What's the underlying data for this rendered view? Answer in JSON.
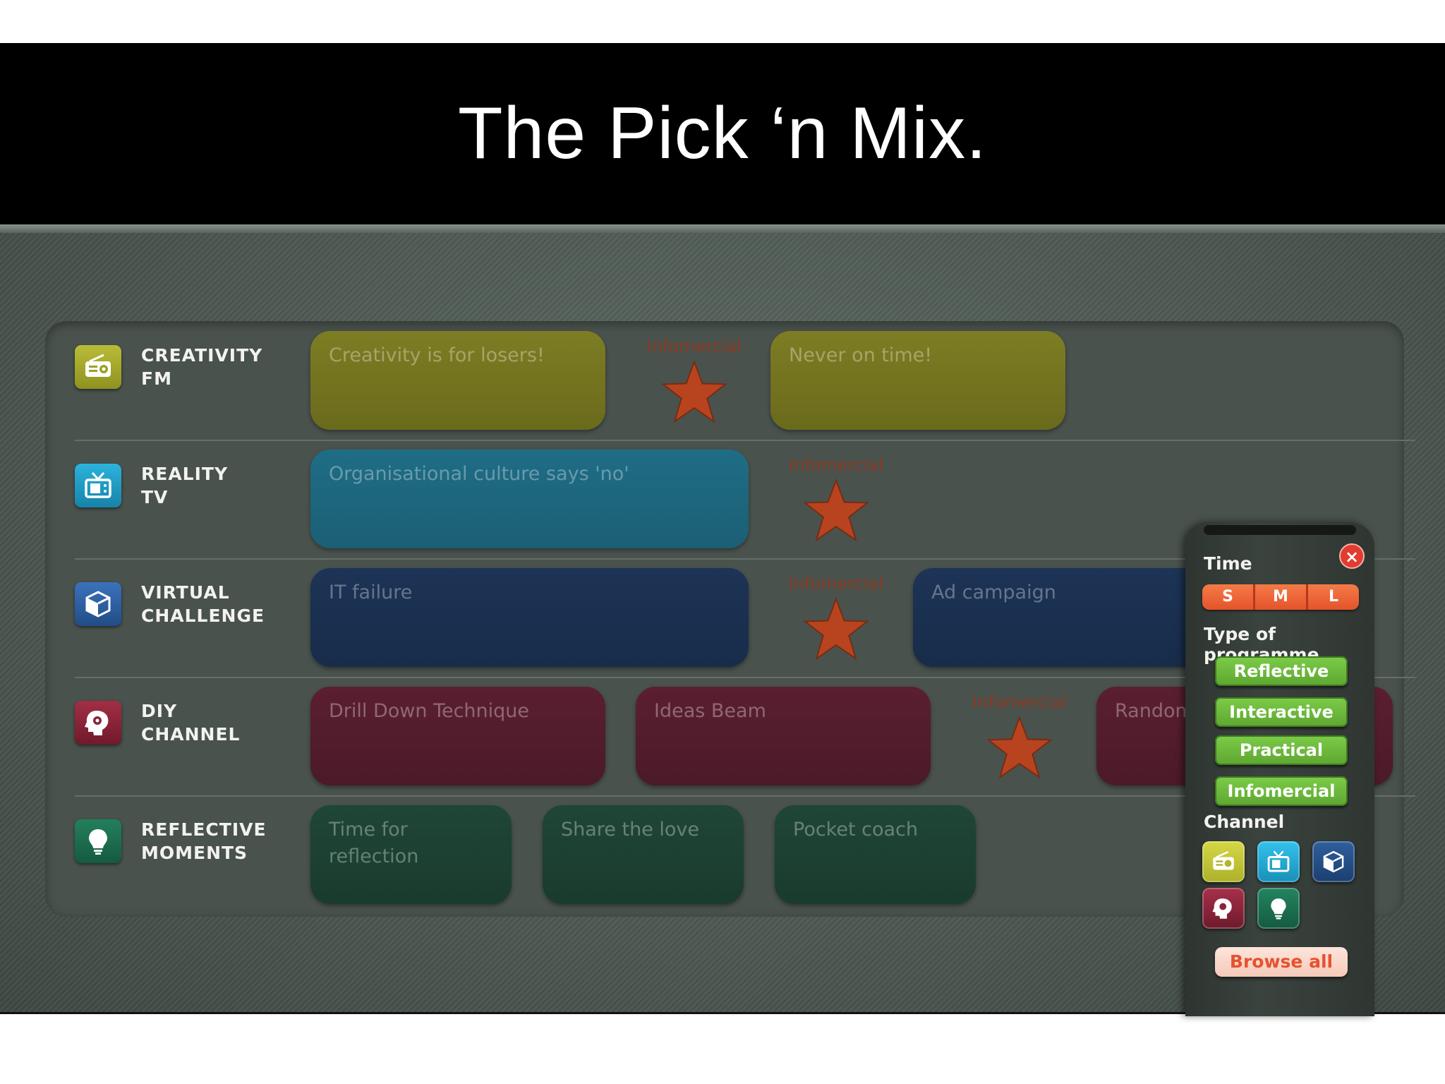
{
  "title": "The Pick ‘n Mix.",
  "promo_label": "Infomercial",
  "channels": [
    {
      "id": "creativity",
      "name": "CREATIVITY\nFM",
      "icon": "radio-icon",
      "color": "#a8ab2a",
      "cards": [
        {
          "label": "Creativity is for losers!"
        },
        {
          "label": "Never on time!"
        }
      ]
    },
    {
      "id": "reality",
      "name": "REALITY\nTV",
      "icon": "tv-icon",
      "color": "#1c9fc9",
      "cards": [
        {
          "label": "Organisational culture says 'no'"
        }
      ]
    },
    {
      "id": "virtual",
      "name": "VIRTUAL\nCHALLENGE",
      "icon": "cube-icon",
      "color": "#2a5fa3",
      "cards": [
        {
          "label": "IT failure"
        },
        {
          "label": "Ad campaign"
        }
      ]
    },
    {
      "id": "diy",
      "name": "DIY\nCHANNEL",
      "icon": "gear-head-icon",
      "color": "#8a2438",
      "cards": [
        {
          "label": "Drill Down Technique"
        },
        {
          "label": "Ideas Beam"
        },
        {
          "label": "Random"
        }
      ]
    },
    {
      "id": "reflective",
      "name": "REFLECTIVE\nMOMENTS",
      "icon": "lightbulb-icon",
      "color": "#1e6b4e",
      "cards": [
        {
          "label": "Time for reflection"
        },
        {
          "label": "Share the love"
        },
        {
          "label": "Pocket coach"
        }
      ]
    }
  ],
  "drawer": {
    "time_heading": "Time",
    "time_options": [
      "S",
      "M",
      "L"
    ],
    "close_label": "×",
    "type_heading": "Type of programme",
    "types": [
      "Reflective",
      "Interactive",
      "Practical",
      "Infomercial"
    ],
    "channel_heading": "Channel",
    "browse_label": "Browse all"
  },
  "colors": {
    "accent_orange": "#e9582f",
    "type_green": "#6db63c",
    "star": "#c2471f"
  }
}
